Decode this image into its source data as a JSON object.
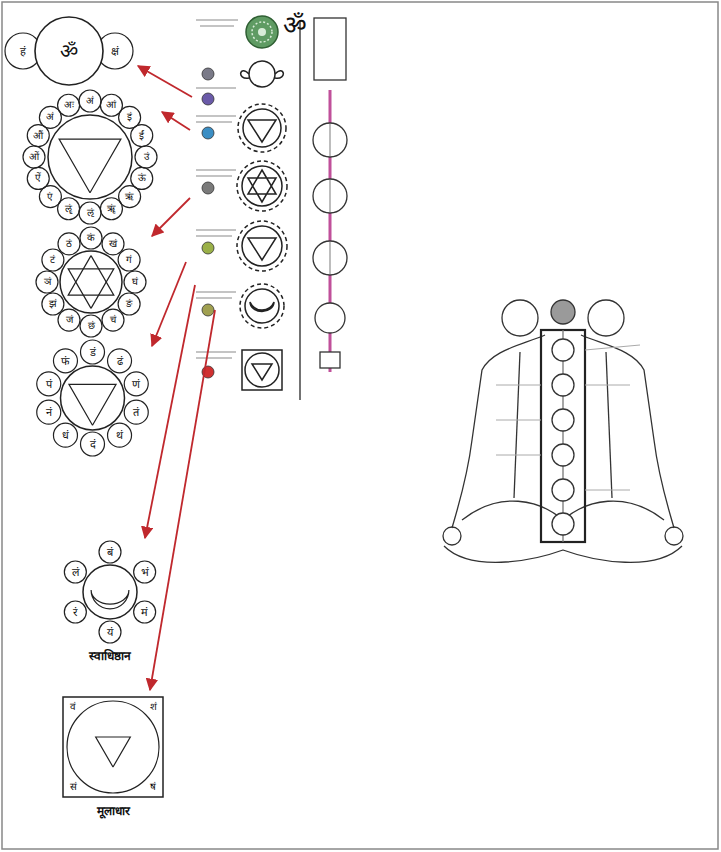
{
  "diagram": {
    "nodes": [
      {
        "text": [
          "हं",
          "ॐ",
          "क्षं"
        ]
      },
      {
        "text": [
          "अं",
          "आं",
          "इं",
          "ईं",
          "उं",
          "ऊं",
          "ऋं",
          "ॠं",
          "ऌं",
          "ॡं",
          "एं",
          "ऐं",
          "ओं",
          "औं",
          "अं",
          "अः"
        ]
      },
      {
        "text": [
          "कं",
          "खं",
          "गं",
          "घं",
          "ङं",
          "चं",
          "छं",
          "जं",
          "झं",
          "ञं",
          "टं",
          "ठं"
        ]
      },
      {
        "text": [
          "डं",
          "ढं",
          "णं",
          "तं",
          "थं",
          "दं",
          "धं",
          "नं",
          "पं",
          "फं"
        ]
      },
      {
        "text": [
          "बं",
          "भं",
          "मं",
          "यं",
          "रं",
          "लं",
          "स्वाधिष्ठान"
        ]
      },
      {
        "text": [
          "वं",
          "शं",
          "षं",
          "सं",
          "मूलाधार"
        ]
      }
    ],
    "labels": [
      "ॐ"
    ]
  }
}
